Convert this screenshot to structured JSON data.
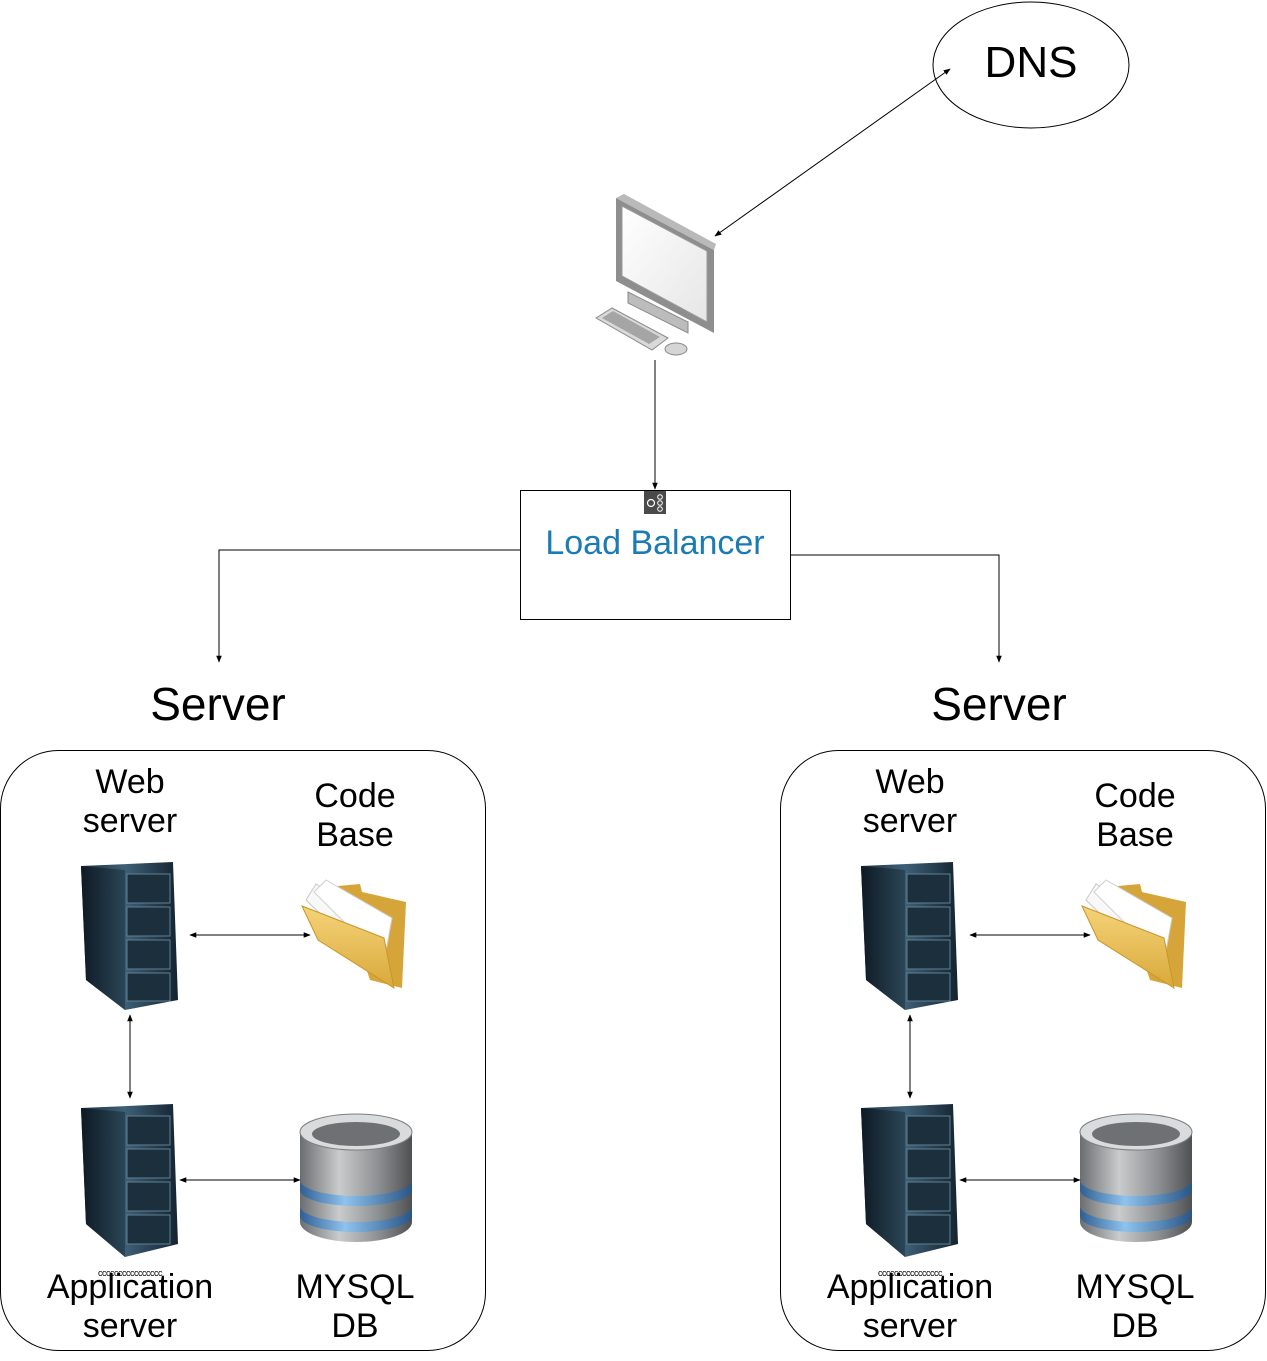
{
  "dns": {
    "label": "DNS"
  },
  "client": {
    "icon": "desktop-computer-icon"
  },
  "load_balancer": {
    "label": "Load Balancer",
    "icon": "load-balancer-icon",
    "label_color": "#1a7bb5"
  },
  "servers": [
    {
      "title": "Server",
      "web_server": {
        "label_line1": "Web",
        "label_line2": "server",
        "icon": "server-rack-icon"
      },
      "code_base": {
        "label_line1": "Code",
        "label_line2": "Base",
        "icon": "folder-icon"
      },
      "app_server": {
        "label_line1": "Application",
        "label_line2": "server",
        "icon": "server-rack-icon",
        "tiny_text": "cccccccccccccccc"
      },
      "database": {
        "label_line1": "MYSQL",
        "label_line2": "DB",
        "icon": "database-icon"
      }
    },
    {
      "title": "Server",
      "web_server": {
        "label_line1": "Web",
        "label_line2": "server",
        "icon": "server-rack-icon"
      },
      "code_base": {
        "label_line1": "Code",
        "label_line2": "Base",
        "icon": "folder-icon"
      },
      "app_server": {
        "label_line1": "Application",
        "label_line2": "server",
        "icon": "server-rack-icon",
        "tiny_text": "cccccccccccccccc"
      },
      "database": {
        "label_line1": "MYSQL",
        "label_line2": "DB",
        "icon": "database-icon"
      }
    }
  ]
}
